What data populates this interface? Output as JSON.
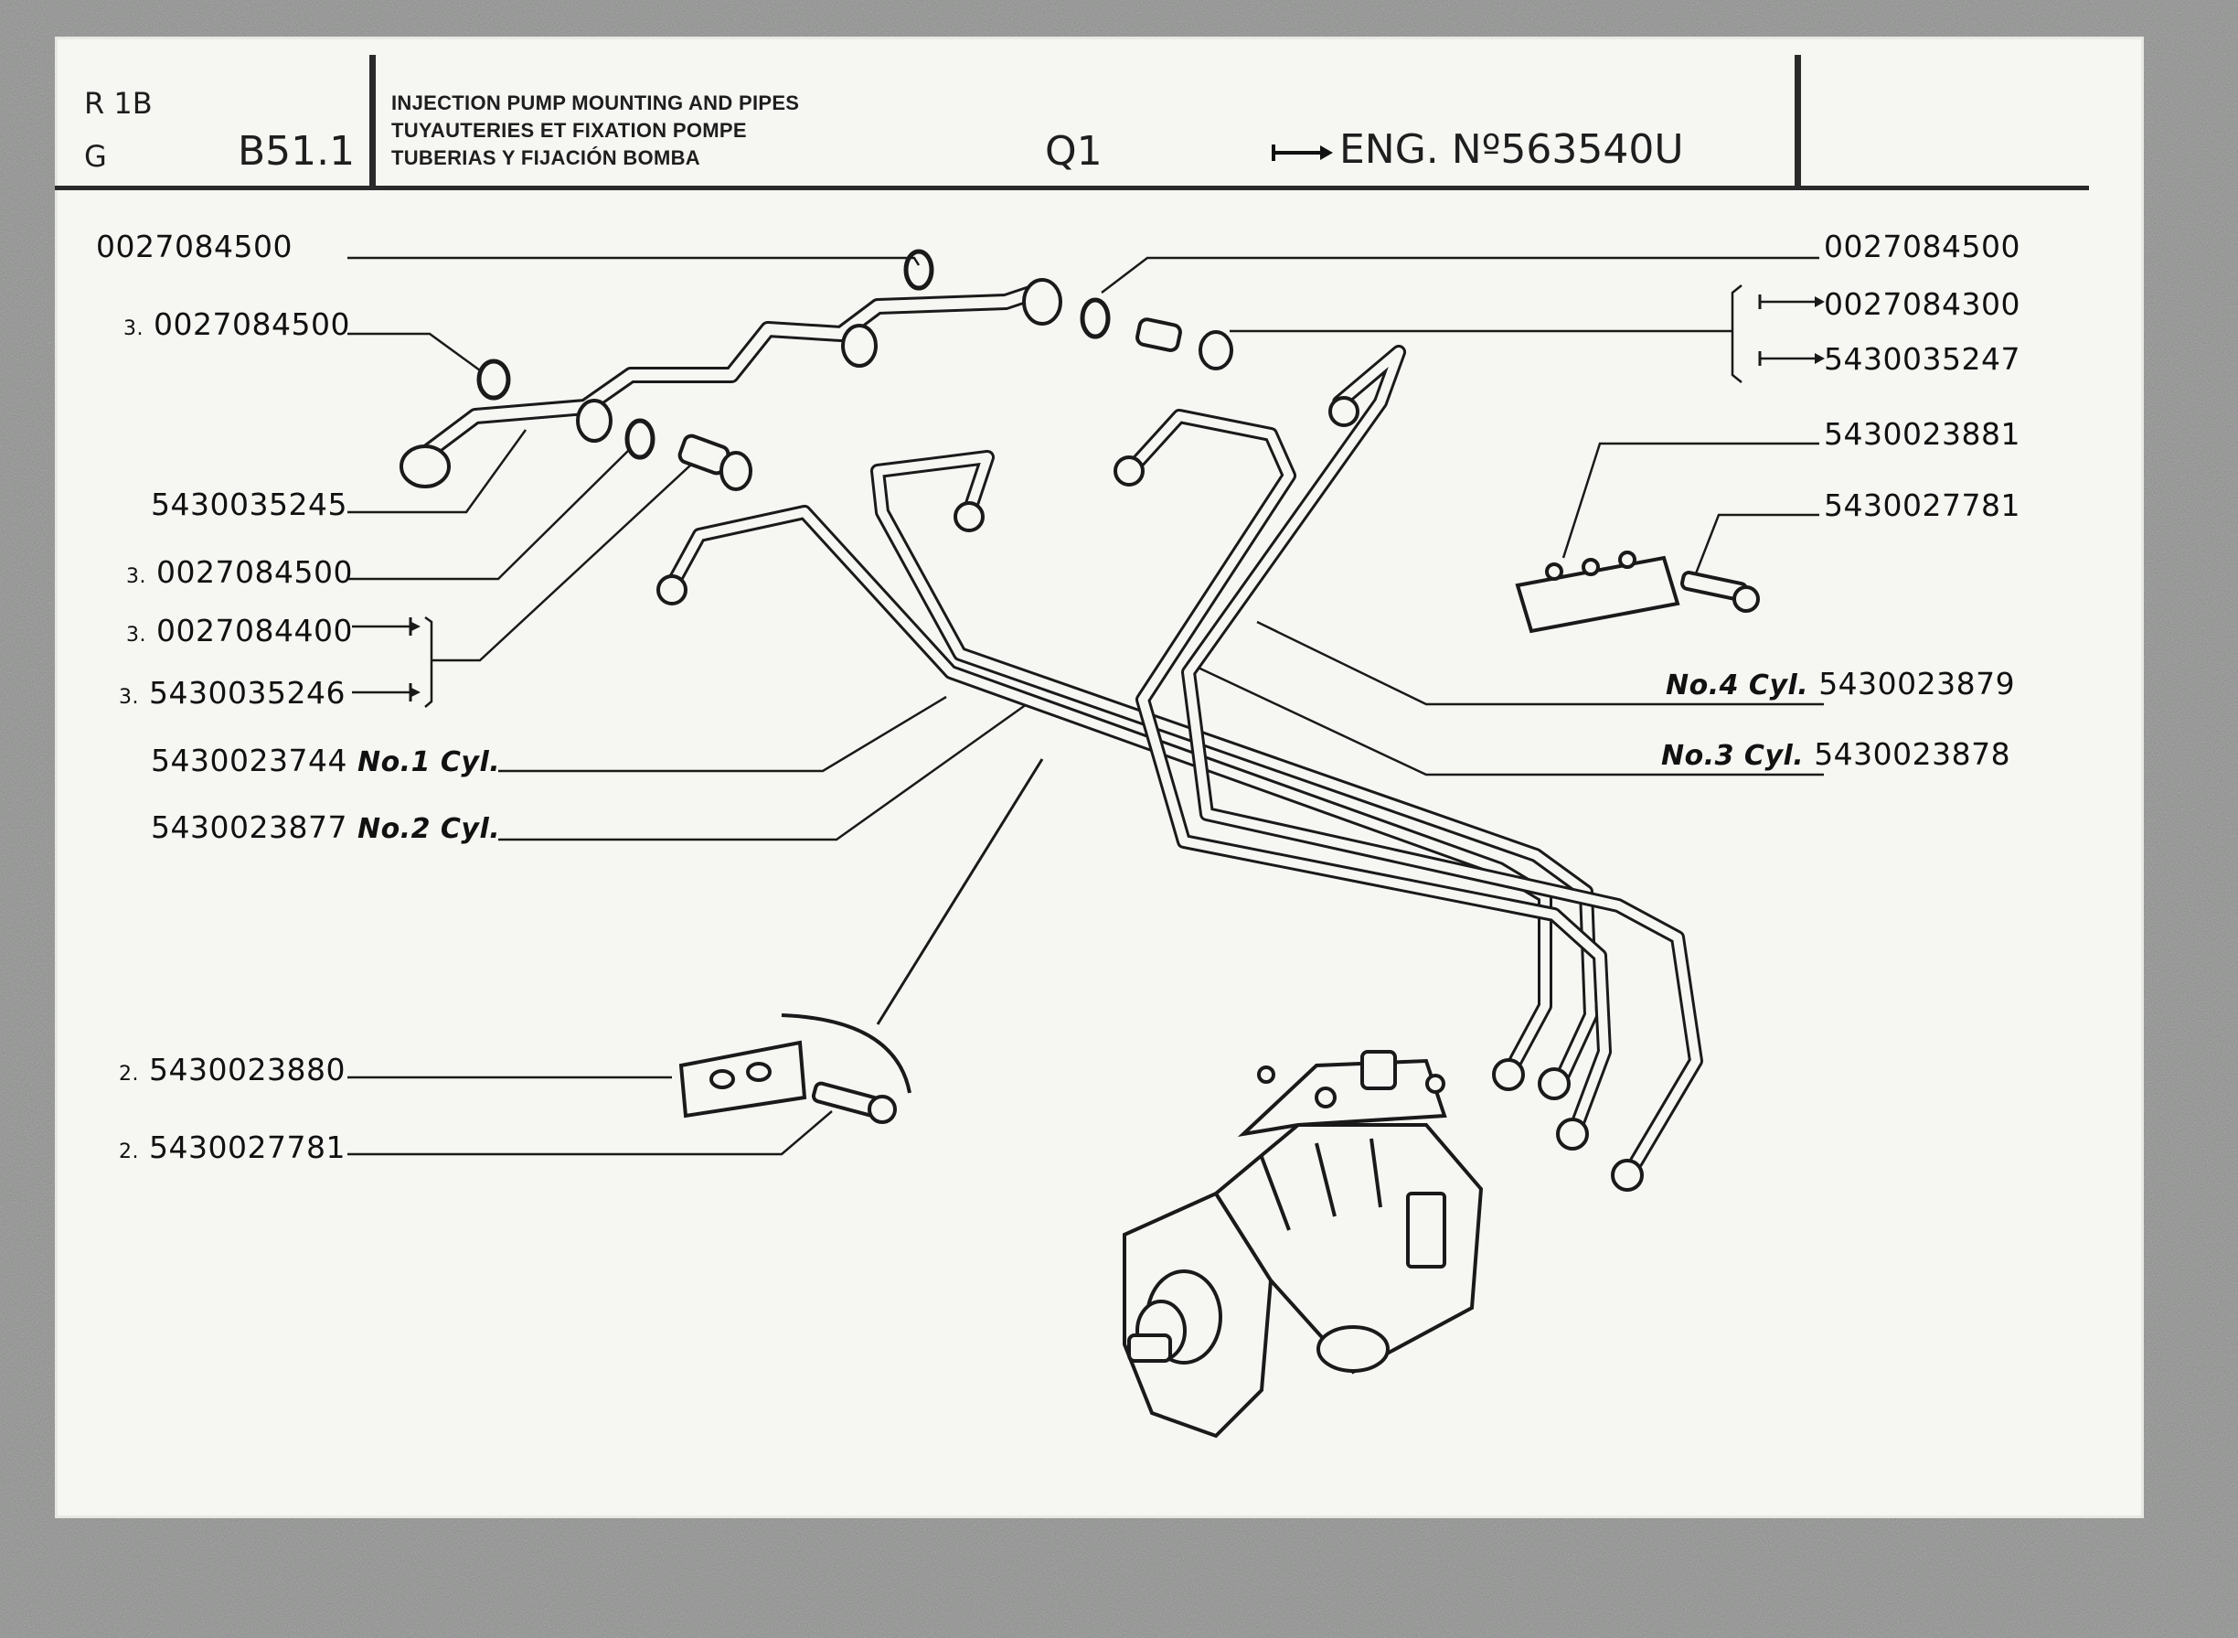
{
  "header": {
    "code_r": "R 1B",
    "code_g": "G",
    "section": "B51.1",
    "titles": [
      "INJECTION PUMP MOUNTING AND PIPES",
      "TUYAUTERIES ET FIXATION POMPE",
      "TUBERIAS Y FIJACIÓN BOMBA"
    ],
    "variant": "Q1",
    "engine": "ENG. Nº563540U"
  },
  "left_labels": [
    {
      "qty": "",
      "part": "0027084500",
      "cyl": ""
    },
    {
      "qty": "3.",
      "part": "0027084500",
      "cyl": ""
    },
    {
      "qty": "",
      "part": "5430035245",
      "cyl": ""
    },
    {
      "qty": "3.",
      "part": "0027084500",
      "cyl": ""
    },
    {
      "qty": "3.",
      "part": "0027084400",
      "cyl": ""
    },
    {
      "qty": "3.",
      "part": "5430035246",
      "cyl": ""
    },
    {
      "qty": "",
      "part": "5430023744",
      "cyl": "No.1 Cyl."
    },
    {
      "qty": "",
      "part": "5430023877",
      "cyl": "No.2 Cyl."
    },
    {
      "qty": "2.",
      "part": "5430023880",
      "cyl": ""
    },
    {
      "qty": "2.",
      "part": "5430027781",
      "cyl": ""
    }
  ],
  "right_labels": [
    {
      "part": "0027084500",
      "cyl": ""
    },
    {
      "part": "0027084300",
      "cyl": ""
    },
    {
      "part": "5430035247",
      "cyl": ""
    },
    {
      "part": "5430023881",
      "cyl": ""
    },
    {
      "part": "5430027781",
      "cyl": ""
    },
    {
      "part": "5430023879",
      "cyl": "No.4 Cyl."
    },
    {
      "part": "5430023878",
      "cyl": "No.3 Cyl."
    }
  ]
}
